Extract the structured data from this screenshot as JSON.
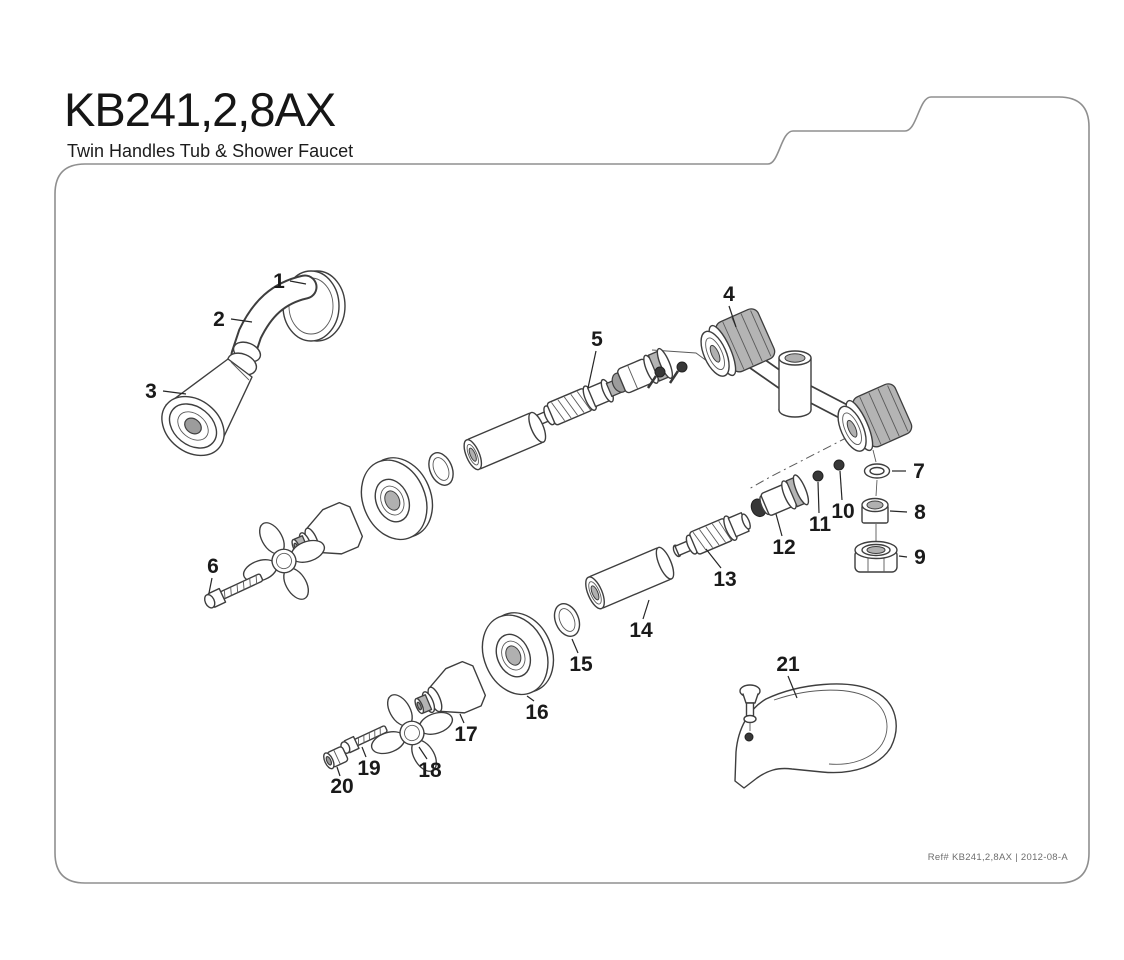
{
  "page": {
    "paper_color": "#ffffff",
    "ink_color": "#2e2e2e",
    "border_color": "#8f8f8f"
  },
  "header": {
    "title": "KB241,2,8AX",
    "subtitle": "Twin Handles Tub & Shower Faucet"
  },
  "diagram": {
    "part_labels": [
      "1",
      "2",
      "3",
      "4",
      "5",
      "6",
      "7",
      "8",
      "9",
      "10",
      "11",
      "12",
      "13",
      "14",
      "15",
      "16",
      "17",
      "18",
      "19",
      "20",
      "21"
    ]
  },
  "footer": {
    "reference": "Ref# KB241,2,8AX | 2012-08-A"
  }
}
